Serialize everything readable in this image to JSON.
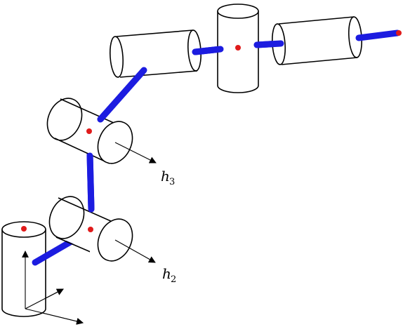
{
  "figure": {
    "labels": [
      {
        "id": "h3",
        "base": "h",
        "sub": "3"
      },
      {
        "id": "h2",
        "base": "h",
        "sub": "2"
      }
    ],
    "colors": {
      "link": "#1c1ce0",
      "joint_center": "#e01b1b",
      "outline": "#000000",
      "background": "#ffffff"
    }
  }
}
